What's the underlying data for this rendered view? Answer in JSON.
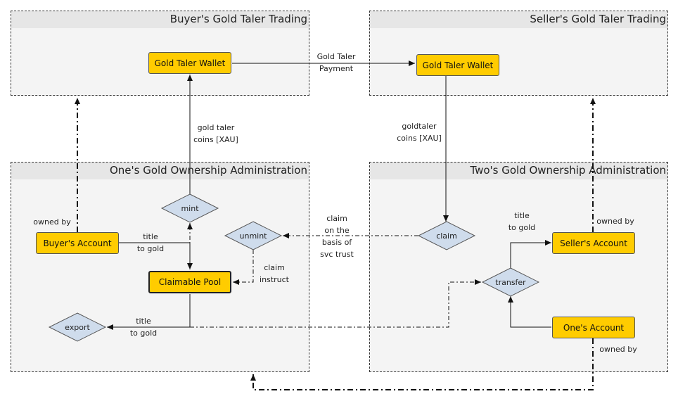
{
  "frames": {
    "buyer_trading": "Buyer's Gold Taler Trading",
    "seller_trading": "Seller's Gold Taler Trading",
    "one_admin": "One's Gold Ownership Administration",
    "two_admin": "Two's Gold Ownership Administration"
  },
  "nodes": {
    "buyer_wallet": "Gold Taler Wallet",
    "seller_wallet": "Gold Taler Wallet",
    "buyers_account": "Buyer's Account",
    "claimable_pool": "Claimable Pool",
    "sellers_account": "Seller's Account",
    "ones_account": "One's Account",
    "mint": "mint",
    "unmint": "unmint",
    "export": "export",
    "claim": "claim",
    "transfer": "transfer"
  },
  "edge_labels": {
    "payment_line1": "Gold Taler",
    "payment_line2": "Payment",
    "coins_left_line1": "gold taler",
    "coins_left_line2": "coins [XAU]",
    "coins_right_line1": "goldtaler",
    "coins_right_line2": "coins [XAU]",
    "owned_by_left": "owned by",
    "owned_by_right_top": "owned by",
    "owned_by_right_bottom": "owned by",
    "title_to_gold_a1": "title",
    "title_to_gold_a2": "to gold",
    "title_to_gold_b1": "title",
    "title_to_gold_b2": "to gold",
    "title_to_gold_c1": "title",
    "title_to_gold_c2": "to gold",
    "claim_basis1": "claim",
    "claim_basis2": "on the",
    "claim_basis3": "basis of",
    "claim_basis4": "svc trust",
    "claim_instruct1": "claim",
    "claim_instruct2": "instruct"
  }
}
